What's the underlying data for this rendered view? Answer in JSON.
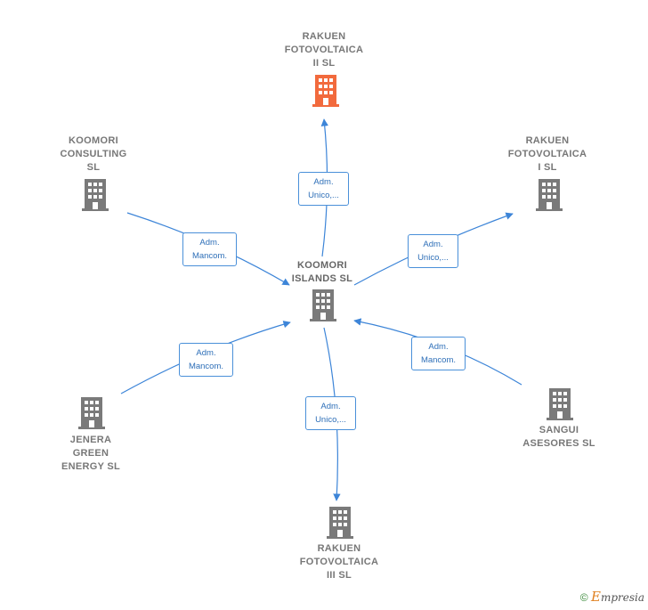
{
  "nodes": {
    "center": {
      "lines": [
        "KOOMORI",
        "ISLANDS  SL"
      ]
    },
    "top": {
      "lines": [
        "RAKUEN",
        "FOTOVOLTAICA",
        "II  SL"
      ]
    },
    "topleft": {
      "lines": [
        "KOOMORI",
        "CONSULTING",
        "SL"
      ]
    },
    "topright": {
      "lines": [
        "RAKUEN",
        "FOTOVOLTAICA",
        "I  SL"
      ]
    },
    "bottomleft": {
      "lines": [
        "JENERA",
        "GREEN",
        "ENERGY  SL"
      ]
    },
    "bottomright": {
      "lines": [
        "SANGUI",
        "ASESORES SL"
      ]
    },
    "bottom": {
      "lines": [
        "RAKUEN",
        "FOTOVOLTAICA",
        "III  SL"
      ]
    }
  },
  "edges": {
    "top": {
      "lines": [
        "Adm.",
        "Unico,..."
      ]
    },
    "topleft": {
      "lines": [
        "Adm.",
        "Mancom."
      ]
    },
    "topright": {
      "lines": [
        "Adm.",
        "Unico,..."
      ]
    },
    "bottomleft": {
      "lines": [
        "Adm.",
        "Mancom."
      ]
    },
    "bottomright": {
      "lines": [
        "Adm.",
        "Mancom."
      ]
    },
    "bottom": {
      "lines": [
        "Adm.",
        "Unico,..."
      ]
    }
  },
  "colors": {
    "highlight": "#f26a3d",
    "building": "#7a7a7a",
    "edge": "#3d85d8"
  },
  "footer": {
    "copyright": "©",
    "brand_initial": "E",
    "brand_rest": "mpresia"
  }
}
